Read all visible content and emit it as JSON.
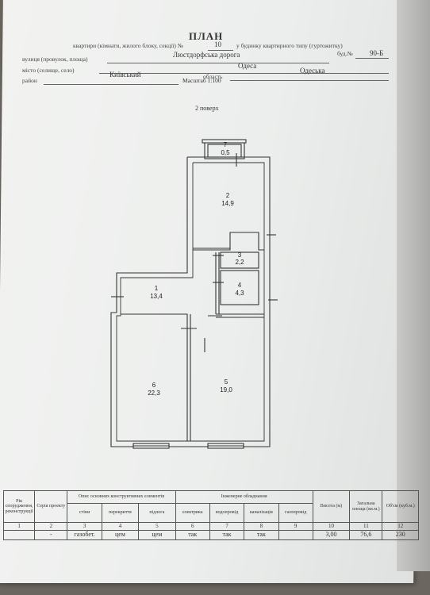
{
  "header": {
    "title": "ПЛАН",
    "line1_label": "квартири (кімнати, жилого блоку, секції) №",
    "apartment_number": "10",
    "line1_suffix": "у будинку квартирного типу (гуртожитку)",
    "street_label": "вулиця (провулок, площа)",
    "street_value": "Люстдорфська дорога",
    "building_label": "буд.№",
    "building_value": "90-Б",
    "city_label": "місто (селище, село)",
    "city_value": "Одеса",
    "district_label": "район",
    "district_value": "Київський",
    "region_label": "область",
    "region_value": "Одеська",
    "scale": "Масштаб 1:100",
    "floor": "2 поверх"
  },
  "rooms": [
    {
      "number": "7",
      "area": "0,5"
    },
    {
      "number": "2",
      "area": "14,9"
    },
    {
      "number": "3",
      "area": "2,2"
    },
    {
      "number": "1",
      "area": "13,4"
    },
    {
      "number": "4",
      "area": "4,3"
    },
    {
      "number": "6",
      "area": "22,3"
    },
    {
      "number": "5",
      "area": "19,0"
    }
  ],
  "table": {
    "h_year": "Рік спорудження, реконструкції",
    "h_project": "Серія проекту",
    "h_elements": "Опис основних конструктивних елементів",
    "h_walls": "стіни",
    "h_floors": "перекриття",
    "h_floor_cover": "підлога",
    "h_engineering": "Інженерне обладнання",
    "h_electric": "електрика",
    "h_water": "водопровід",
    "h_sewer": "каналізація",
    "h_gas": "газопровід",
    "h_height": "Висота (м)",
    "h_area": "Загальна площа (кв.м.)",
    "h_volume": "Об'єм (куб.м.)",
    "numbers": [
      "1",
      "2",
      "3",
      "4",
      "5",
      "6",
      "7",
      "8",
      "9",
      "10",
      "11",
      "12"
    ],
    "values": [
      "",
      "-",
      "газобет.",
      "цем",
      "цем",
      "так",
      "так",
      "так",
      "",
      "3,00",
      "76,6",
      "230"
    ]
  }
}
